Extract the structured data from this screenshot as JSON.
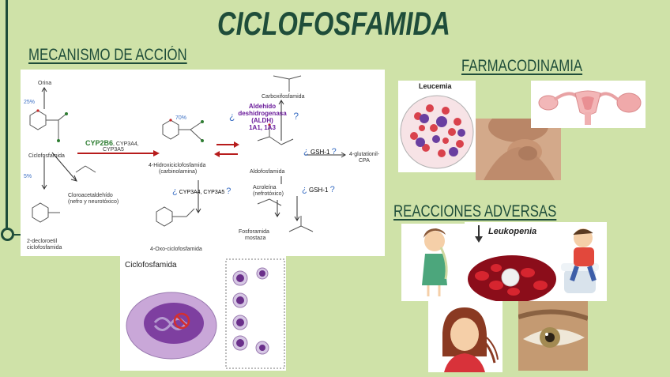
{
  "title": "CICLOFOSFAMIDA",
  "sections": {
    "mecanismo": "MECANISMO DE ACCIÓN",
    "farmacodinamia": "FARMACODINAMIA",
    "reacciones": "REACCIONES ADVERSAS"
  },
  "colors": {
    "background": "#cfe2a8",
    "heading": "#1f4d3a",
    "accent_green": "#2e7d32",
    "accent_red": "#c62828",
    "accent_blue": "#3b6fc4"
  },
  "mechanism": {
    "orina": "Orina",
    "pct_25": "25%",
    "pct_5": "5%",
    "pct_70": "70%",
    "ciclofosfamida": "Ciclofosfamida",
    "cyp2b6": "CYP2B6",
    "cyp3a4_line": ", CYP3A4,",
    "cyp3a5": "CYP3A5",
    "hidroxi_1": "4-Hidroxiciclofosfamida",
    "hidroxi_2": "(carbinolamina)",
    "carboxi": "Carboxifosfamida",
    "aldh_1": "Aldehído",
    "aldh_2": "deshidrogenasa",
    "aldh_3": "(ALDH)",
    "aldh_4": "1A1, 1A3",
    "aldo": "Aldofosfamida",
    "gsh1": "GSH-1",
    "glut_1": "4-glutationil-",
    "glut_2": "CPA",
    "cloro_1": "Cloroacetaldehído",
    "cloro_2": "(nefro y neurotóxico)",
    "cyp_oxo": "CYP3A4, CYP3A5",
    "acro_1": "Acroleína",
    "acro_2": "(nefrotóxico)",
    "gsh1b": "GSH-1",
    "decloro_1": "2-decloroetil",
    "decloro_2": "ciclofosfamida",
    "oxo": "4-Oxo-ciclofosfamida",
    "fosfo_1": "Fosforamida",
    "fosfo_2": "mostaza",
    "q": "¿",
    "qm": "?"
  },
  "cell_panel": {
    "title": "Ciclofosfamida"
  },
  "farmacodinamia": {
    "leucemia_label": "Leucemia"
  },
  "reacciones": {
    "leukopenia_label": "Leukopenia"
  }
}
